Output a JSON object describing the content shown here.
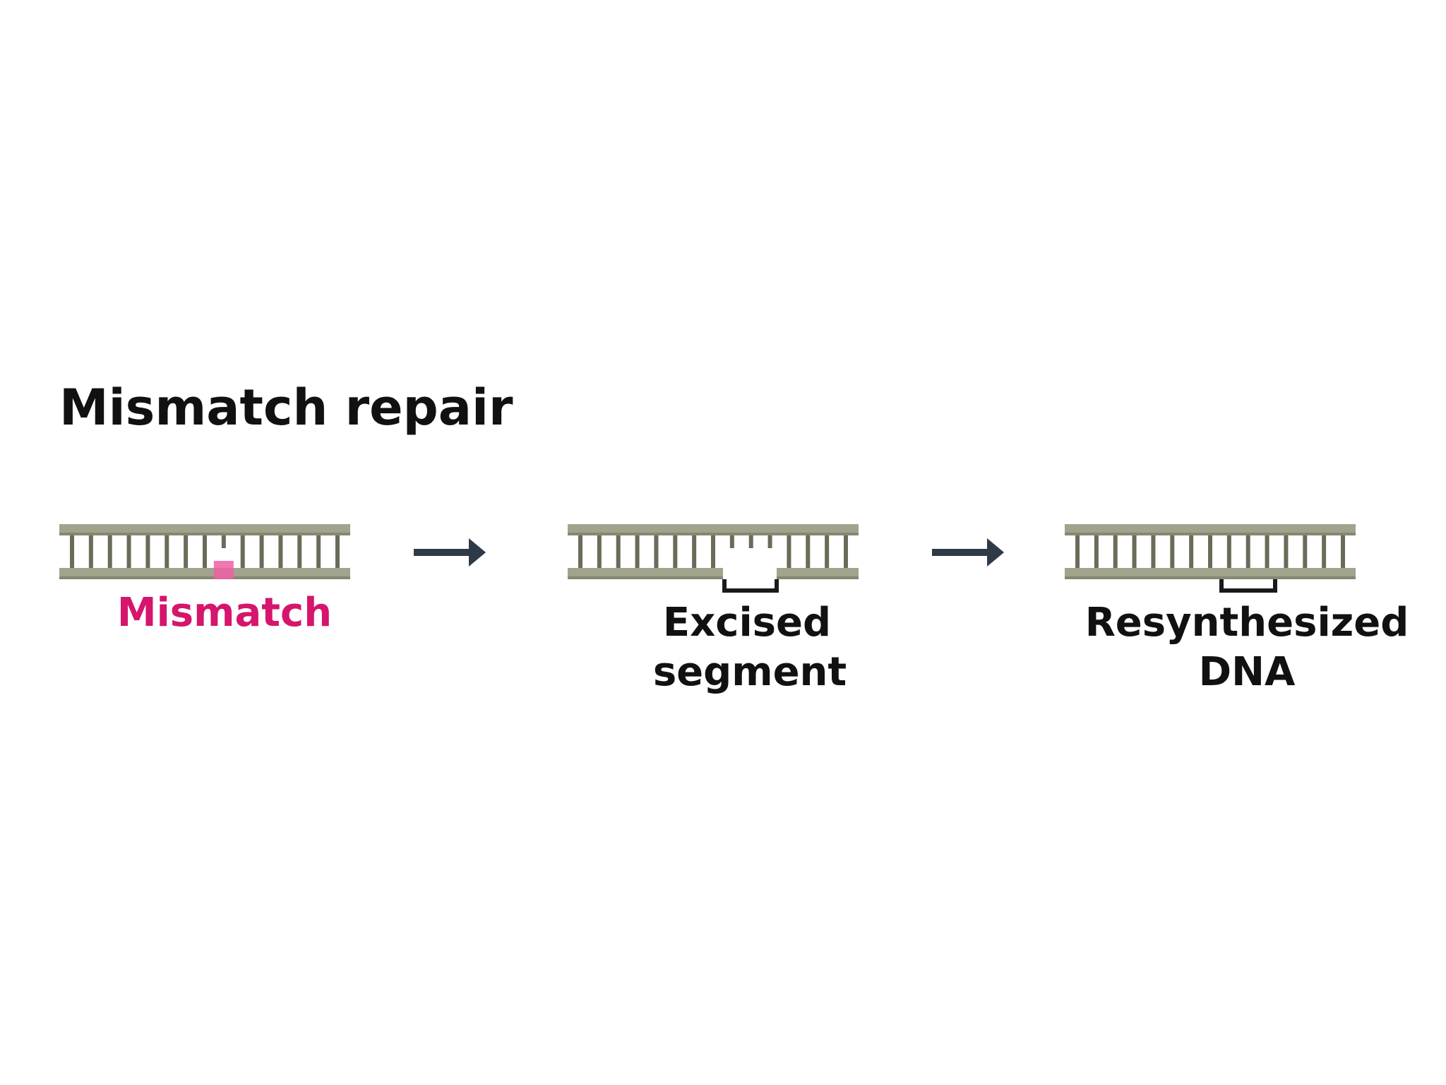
{
  "title": "Mismatch repair",
  "steps": [
    {
      "id": "mismatch",
      "label": "Mismatch"
    },
    {
      "id": "excised",
      "label_lines": [
        "Excised",
        "segment"
      ]
    },
    {
      "id": "resynthesized",
      "label_lines": [
        "Resynthesized",
        "DNA"
      ]
    }
  ],
  "colors": {
    "strand": "#a2a38c",
    "strand_shadow": "#6f705e",
    "rung": "#6b6b5a",
    "mismatch": "#d6156c",
    "mismatch_highlight": "#ef5fa3",
    "arrow": "#2e3a45",
    "bracket": "#1a1a1a",
    "text": "#111111"
  },
  "icons": {
    "step_arrow": "arrow-right-icon"
  }
}
